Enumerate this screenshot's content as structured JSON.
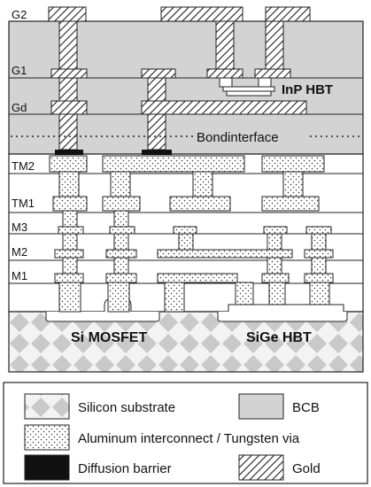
{
  "layers": {
    "g2": "G2",
    "g1": "G1",
    "gd": "Gd",
    "tm2": "TM2",
    "tm1": "TM1",
    "m3": "M3",
    "m2": "M2",
    "m1": "M1"
  },
  "annotations": {
    "inp_hbt": "InP HBT",
    "bond_interface": "Bondinterface",
    "si_mosfet": "Si MOSFET",
    "sige_hbt": "SiGe HBT"
  },
  "legend": {
    "silicon_substrate": "Silicon substrate",
    "bcb": "BCB",
    "aluminum": "Aluminum interconnect / Tungsten via",
    "diffusion_barrier": "Diffusion barrier",
    "gold": "Gold"
  },
  "colors": {
    "bcb": "#d3d3d3",
    "outline": "#222222",
    "barrier": "#111111",
    "substrate_diamond": "#c9c9c9"
  }
}
